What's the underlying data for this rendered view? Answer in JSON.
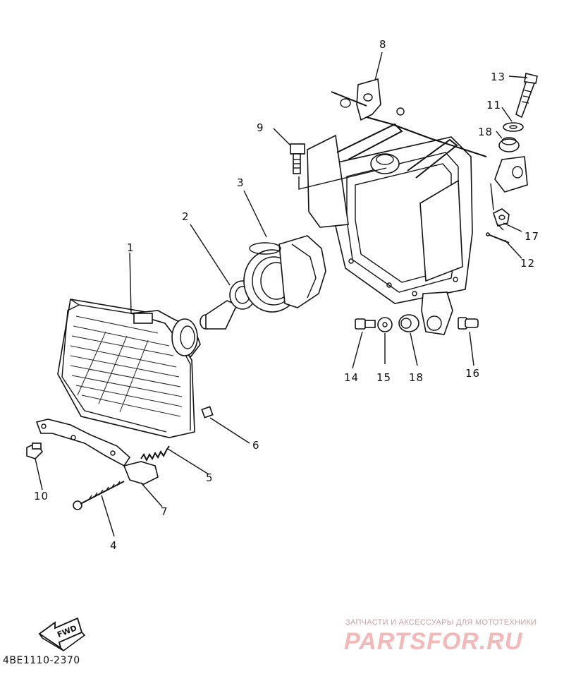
{
  "diagram": {
    "callouts": [
      {
        "id": "c1",
        "text": "1"
      },
      {
        "id": "c2",
        "text": "2"
      },
      {
        "id": "c3",
        "text": "3"
      },
      {
        "id": "c4",
        "text": "4"
      },
      {
        "id": "c5",
        "text": "5"
      },
      {
        "id": "c6",
        "text": "6"
      },
      {
        "id": "c7",
        "text": "7"
      },
      {
        "id": "c8",
        "text": "8"
      },
      {
        "id": "c9",
        "text": "9"
      },
      {
        "id": "c10",
        "text": "10"
      },
      {
        "id": "c11",
        "text": "11"
      },
      {
        "id": "c12",
        "text": "12"
      },
      {
        "id": "c13",
        "text": "13"
      },
      {
        "id": "c14",
        "text": "14"
      },
      {
        "id": "c15",
        "text": "15"
      },
      {
        "id": "c16",
        "text": "16"
      },
      {
        "id": "c17",
        "text": "17"
      },
      {
        "id": "c18a",
        "text": "18"
      },
      {
        "id": "c18b",
        "text": "18"
      }
    ],
    "fwd_label": "FWD",
    "drawing_code": "4BE1110-2370"
  },
  "watermark": {
    "tagline": "ЗАПЧАСТИ И АКСЕССУАРЫ ДЛЯ МОТОТЕХНИКИ",
    "brand": "PARTSFOR.RU"
  }
}
